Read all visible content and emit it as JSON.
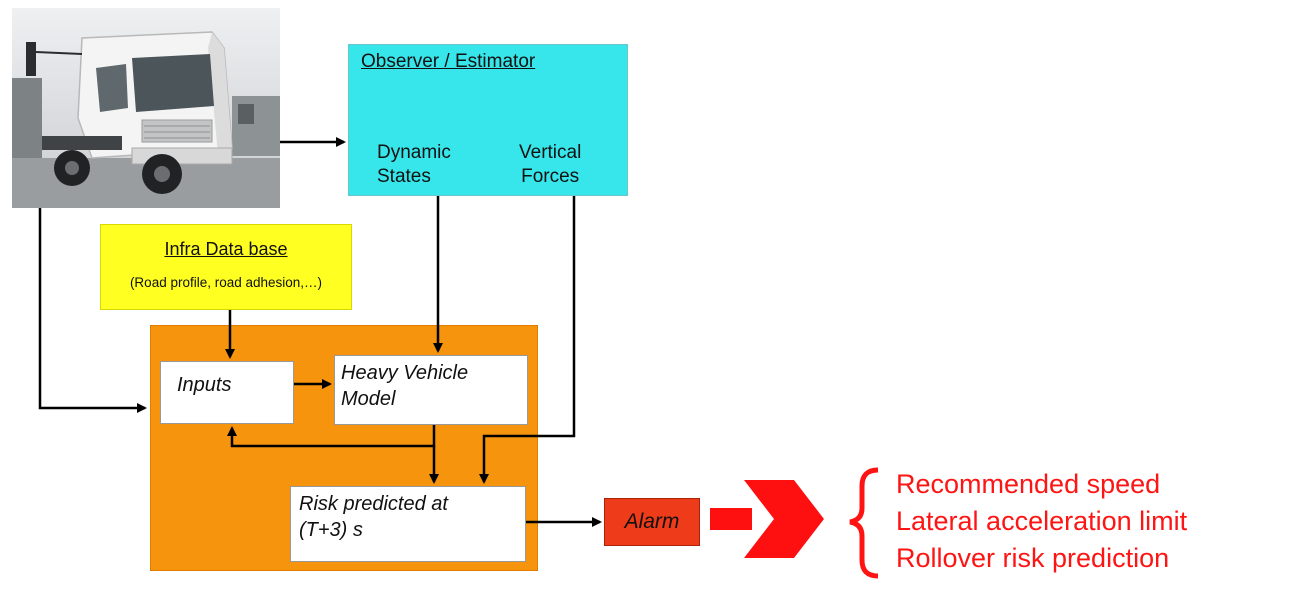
{
  "observer": {
    "title": "Observer / Estimator",
    "col1_line1": "Dynamic",
    "col1_line2": "States",
    "col2_line1": "Vertical",
    "col2_line2": "Forces"
  },
  "infra": {
    "title": "Infra Data base",
    "subtitle": "(Road profile, road adhesion,…)"
  },
  "model": {
    "inputs_label": "Inputs",
    "hvm_line1": "Heavy Vehicle",
    "hvm_line2": "Model",
    "risk_line1": "Risk predicted at",
    "risk_line2": "(T+3) s"
  },
  "alarm": {
    "label": "Alarm"
  },
  "outputs": [
    "Recommended speed",
    "Lateral acceleration limit",
    "Rollover risk prediction"
  ],
  "colors": {
    "observer_bg": "#37e6ea",
    "infra_bg": "#ffff22",
    "model_bg": "#f7940d",
    "alarm_bg": "#ee3b1a",
    "output_red": "#ff1414"
  },
  "icons": {
    "truck": "truck-photo",
    "big_arrow": "thick-right-arrow",
    "brace": "curly-brace"
  }
}
